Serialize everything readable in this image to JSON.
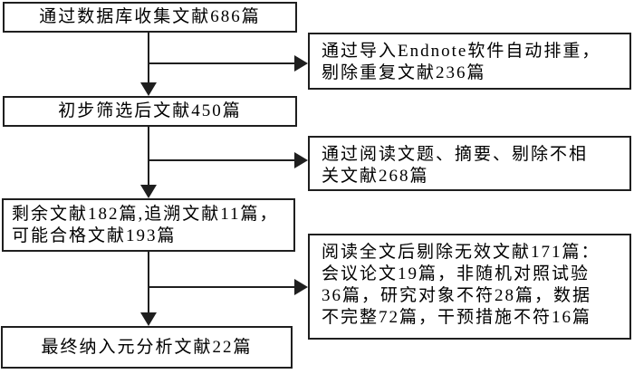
{
  "diagram": {
    "type": "flowchart",
    "description": "literature-screening-flow",
    "colors": {
      "background": "#ffffff",
      "line": "#1f1f1f",
      "text": "#000000"
    },
    "main_boxes": [
      {
        "id": "collected",
        "lines": [
          "通过数据库收集文献686篇"
        ]
      },
      {
        "id": "initial-screen",
        "lines": [
          "初步筛选后文献450篇"
        ]
      },
      {
        "id": "remaining",
        "lines": [
          "剩余文献182篇,追溯文献11篇，",
          "可能合格文献193篇"
        ]
      },
      {
        "id": "final-included",
        "lines": [
          "最终纳入元分析文献22篇"
        ]
      }
    ],
    "side_boxes": [
      {
        "id": "dedup-exclusion",
        "lines": [
          "通过导入Endnote软件自动排重，",
          "剔除重复文献236篇"
        ]
      },
      {
        "id": "title-abstract-exclusion",
        "lines": [
          "通过阅读文题、摘要、剔除不相",
          "关文献268篇"
        ]
      },
      {
        "id": "fulltext-exclusion",
        "lines": [
          "阅读全文后剔除无效文献171篇：",
          "会议论文19篇，非随机对照试验",
          "36篇，研究对象不符28篇，数据",
          "不完整72篇，干预措施不符16篇"
        ]
      }
    ]
  }
}
